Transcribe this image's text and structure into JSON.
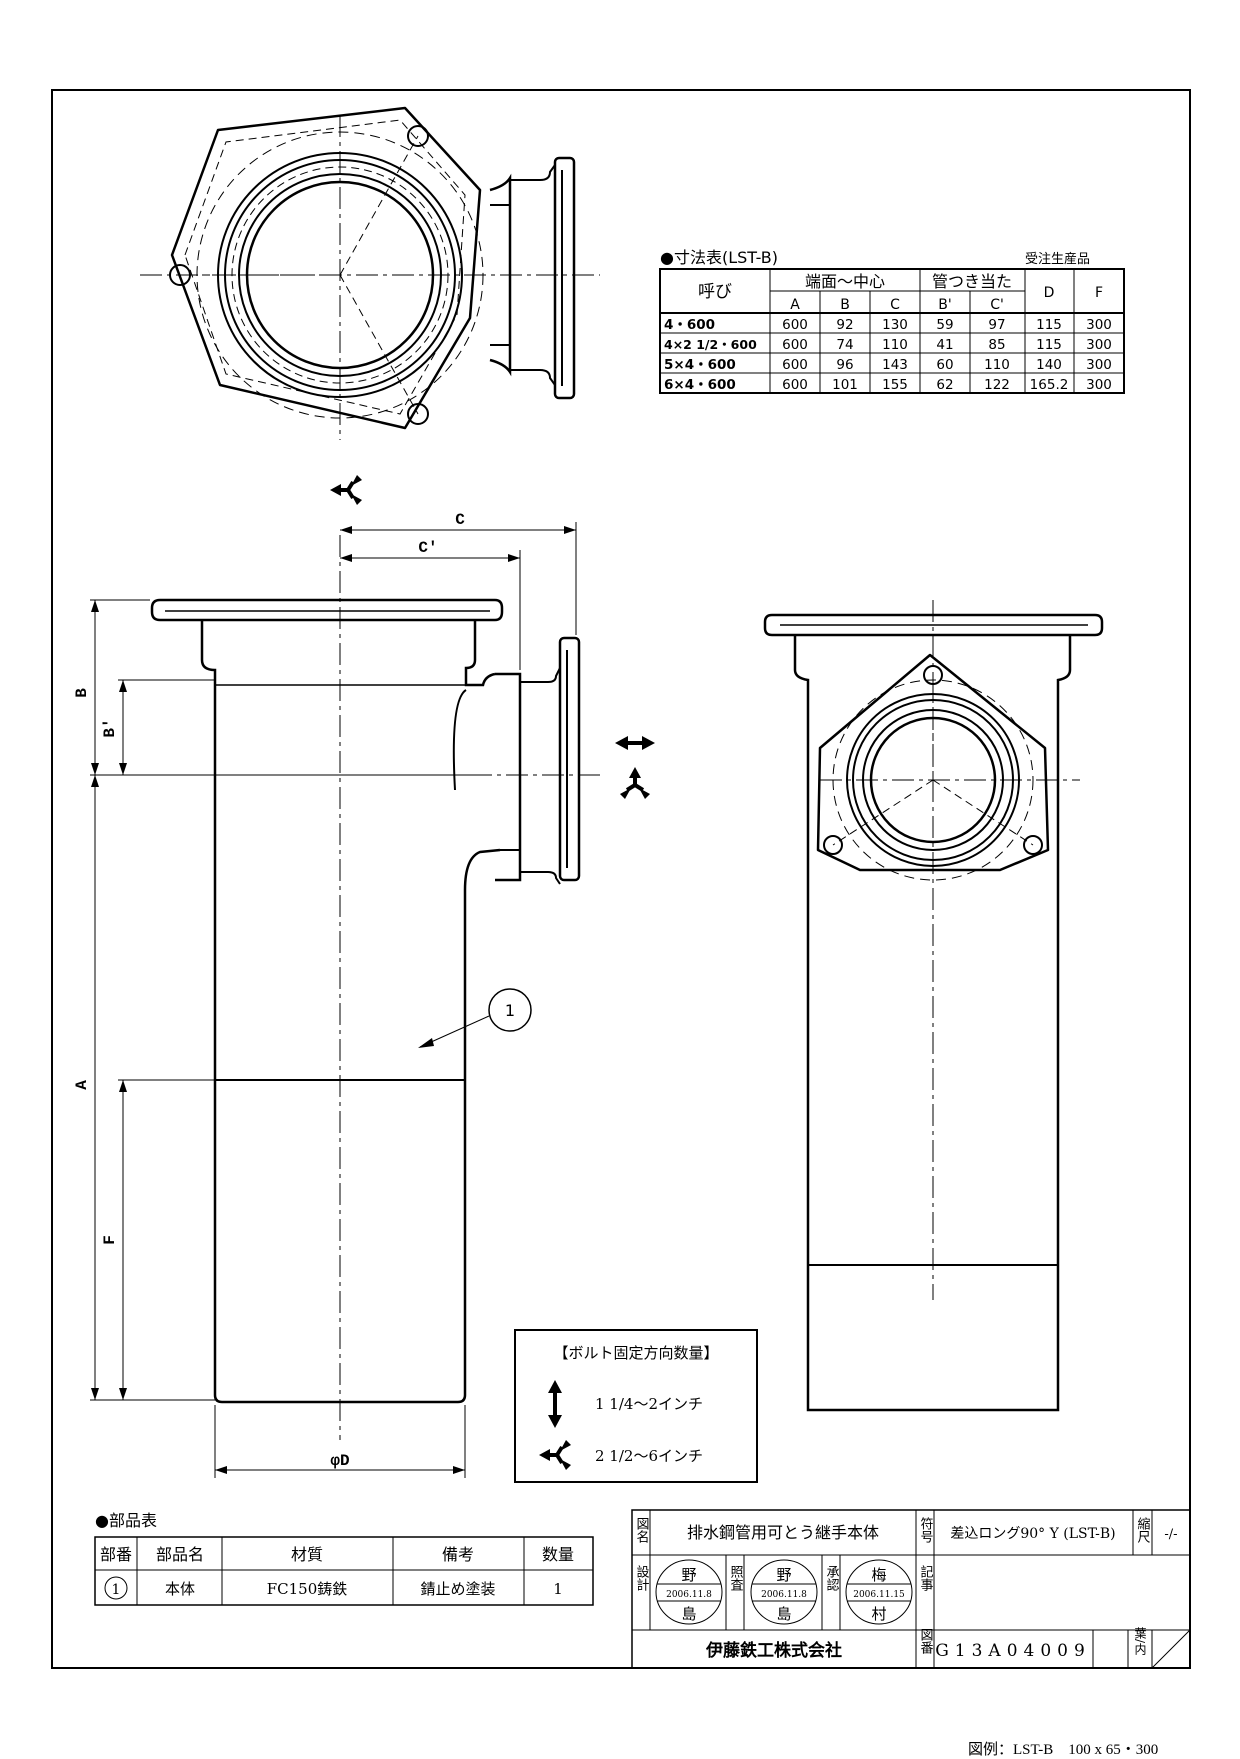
{
  "dimension_table": {
    "title": "●寸法表(LST-B)",
    "note": "受注生産品",
    "col_yobi": "呼び",
    "group_tanmen": "端面～中心",
    "group_kantsuki": "管つき当た",
    "col_A": "A",
    "col_B": "B",
    "col_C": "C",
    "col_Bp": "B'",
    "col_Cp": "C'",
    "col_D": "D",
    "col_F": "F",
    "rows": [
      {
        "yobi": "4・600",
        "A": "600",
        "B": "92",
        "C": "130",
        "Bp": "59",
        "Cp": "97",
        "D": "115",
        "F": "300"
      },
      {
        "yobi": "4×2 1/2・600",
        "A": "600",
        "B": "74",
        "C": "110",
        "Bp": "41",
        "Cp": "85",
        "D": "115",
        "F": "300"
      },
      {
        "yobi": "5×4・600",
        "A": "600",
        "B": "96",
        "C": "143",
        "Bp": "60",
        "Cp": "110",
        "D": "140",
        "F": "300"
      },
      {
        "yobi": "6×4・600",
        "A": "600",
        "B": "101",
        "C": "155",
        "Bp": "62",
        "Cp": "122",
        "D": "165.2",
        "F": "300"
      }
    ]
  },
  "dimension_labels": {
    "A": "A",
    "B": "B",
    "Bp": "B'",
    "F": "F",
    "C": "C",
    "Cp": "C'",
    "D": "φD"
  },
  "part_balloon": "1",
  "bolt_box": {
    "title": "【ボルト固定方向数量】",
    "row1": "1 1/4～2インチ",
    "row2": "2 1/2～6インチ"
  },
  "parts_list": {
    "title": "●部品表",
    "headers": [
      "部番",
      "部品名",
      "材質",
      "備考",
      "数量"
    ],
    "row": {
      "no": "1",
      "name": "本体",
      "material": "FC150鋳鉄",
      "remark": "錆止め塗装",
      "qty": "1"
    }
  },
  "title_block": {
    "lbl_zumei": "図名",
    "zumei": "排水鋼管用可とう継手本体",
    "lbl_fugo": "符号",
    "fugo": "差込ロング90° Y (LST-B)",
    "lbl_shukushaku": "縮尺",
    "shukushaku": "-/-",
    "lbl_sekkei": "設計",
    "lbl_shosa": "照査",
    "lbl_shonin": "承認",
    "lbl_kiji": "記事",
    "stamp1": {
      "top": "野",
      "date": "2006.11.8",
      "bottom": "島"
    },
    "stamp2": {
      "top": "野",
      "date": "2006.11.8",
      "bottom": "島"
    },
    "stamp3": {
      "top": "梅",
      "date": "2006.11.15",
      "bottom": "村"
    },
    "company": "伊藤鉄工株式会社",
    "lbl_zuban": "図番",
    "zuban": "G13A04009",
    "lbl_maisu": "葉/内"
  },
  "footer": "図例：LST-B　100 x 65・300"
}
